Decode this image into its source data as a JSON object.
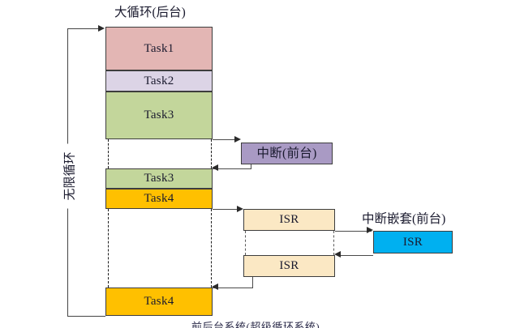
{
  "diagram": {
    "title_background_loop": "大循环(后台)",
    "label_infinite_loop": "无限循环",
    "label_interrupt_foreground": "中断(前台)",
    "label_nested_interrupt_foreground": "中断嵌套(前台)",
    "bottom_caption": "前后台系统(超级循环系统)"
  },
  "tasks": {
    "task1": "Task1",
    "task2": "Task2",
    "task3": "Task3",
    "task3_resume": "Task3",
    "task4": "Task4",
    "task4_resume": "Task4"
  },
  "isr": {
    "isr1": "ISR",
    "isr2": "ISR",
    "isr_nested": "ISR"
  },
  "colors": {
    "task1_fill": "#e3b6b4",
    "task2_fill": "#dcd4e6",
    "task3_fill": "#c3d69b",
    "task4_fill": "#ffc000",
    "interrupt_fill": "#a99ac4",
    "isr_fill": "#fbe8c4",
    "isr_nested_fill": "#00b0f0",
    "stroke": "#3d3d3d",
    "background": "#ffffff"
  }
}
